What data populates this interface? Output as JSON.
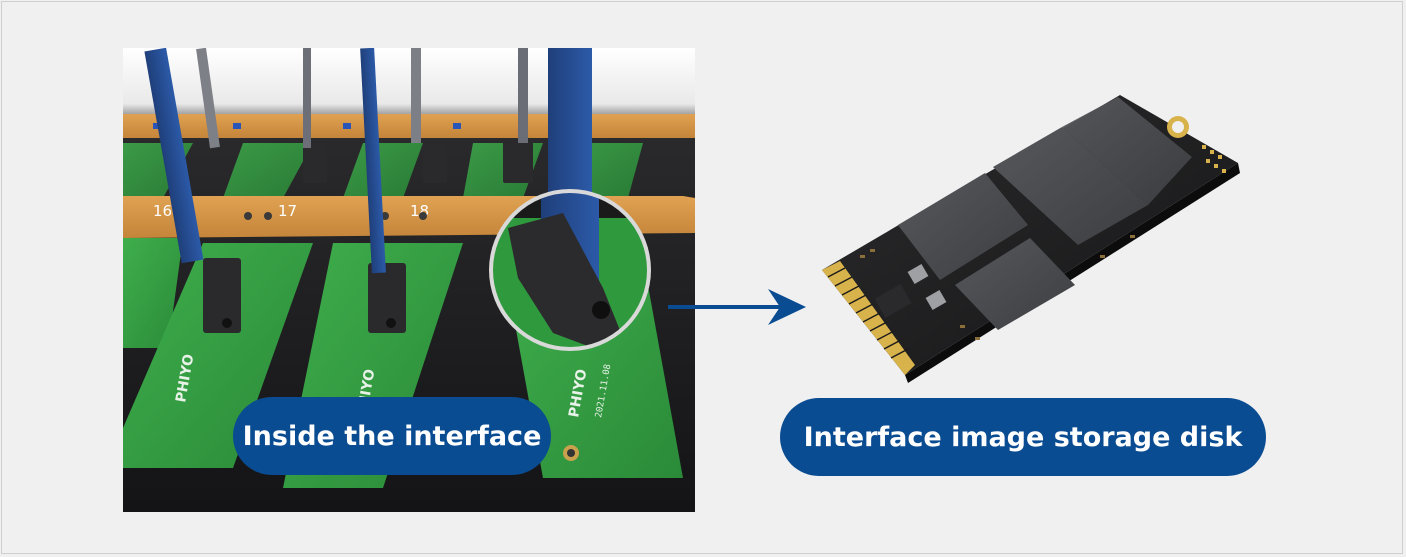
{
  "labels": {
    "left_caption": "Inside the interface",
    "right_caption": "Interface image storage disk"
  },
  "photo_left": {
    "slot_numbers": [
      "16",
      "17",
      "18"
    ],
    "board_brand": "PHIYO",
    "board_date": "2021.11.08"
  },
  "colors": {
    "pill_background": "#0a4c92",
    "pill_text": "#ffffff",
    "arrow": "#0a4c92",
    "page_background": "#f0f0f0"
  }
}
